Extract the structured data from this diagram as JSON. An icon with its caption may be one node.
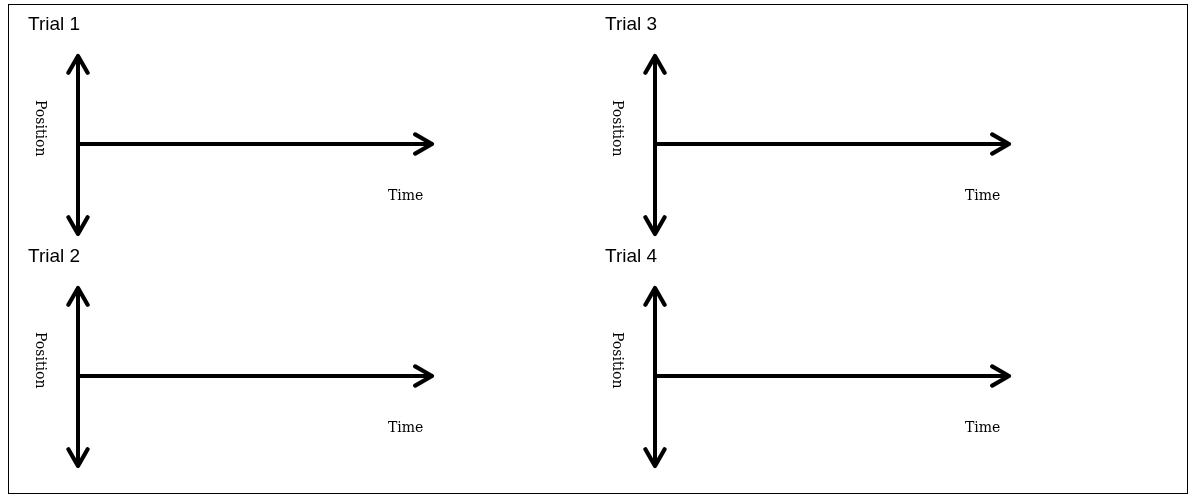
{
  "diagram": {
    "labels": [
      "Trial 1",
      "Position",
      "Time",
      "Trial 3",
      "Position",
      "Time",
      "Trial 2",
      "Position",
      "Time",
      "Trial 4",
      "Position",
      "Time"
    ]
  }
}
